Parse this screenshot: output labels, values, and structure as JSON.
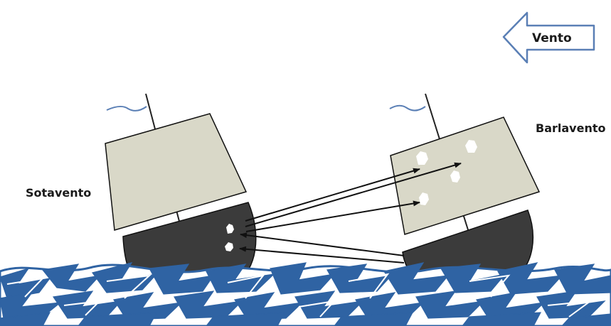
{
  "labels": {
    "leeward": "Sotavento",
    "windward": "Barlavento",
    "wind": "Vento"
  },
  "colors": {
    "hull": "#3b3b3b",
    "sail": "#d9d8c8",
    "water": "#2f63a3",
    "wind_arrow_fill": "#ffffff",
    "wind_arrow_stroke": "#5a7fb5",
    "pennant": "#5a7fb5"
  },
  "icons": {
    "wind": "left-arrow-icon",
    "flag": "pennant-icon"
  }
}
